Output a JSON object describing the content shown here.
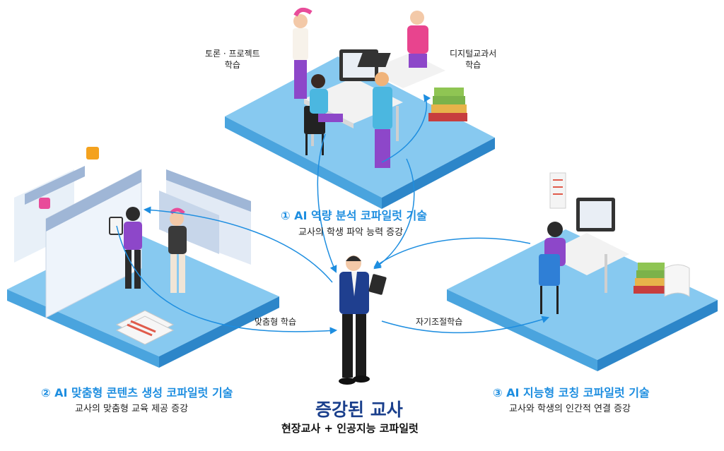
{
  "center": {
    "title": "증강된 교사",
    "subtitle": "현장교사 + 인공지능 코파일럿"
  },
  "scenes": {
    "top": {
      "title": "① AI 역량 분석 코파일럿 기술",
      "subtitle": "교사의 학생 파악 능력 증강",
      "label_left": [
        "토론 · 프로젝트",
        "학습"
      ],
      "label_right": [
        "디지털교과서",
        "학습"
      ]
    },
    "left": {
      "title": "② AI 맞춤형 콘텐츠 생성 코파일럿 기술",
      "subtitle": "교사의 맞춤형 교육 제공 증강"
    },
    "right": {
      "title": "③ AI 지능형 코칭 코파일럿 기술",
      "subtitle": "교사와 학생의 인간적 연결 증강"
    }
  },
  "flows": {
    "left_flow": "맞춤형 학습",
    "right_flow": "자기조절학습"
  },
  "colors": {
    "accent_blue": "#1e8ee0",
    "platform_top": "#7ec4ee",
    "platform_side": "#3a93d4",
    "teacher_suit": "#1f3f8f"
  }
}
